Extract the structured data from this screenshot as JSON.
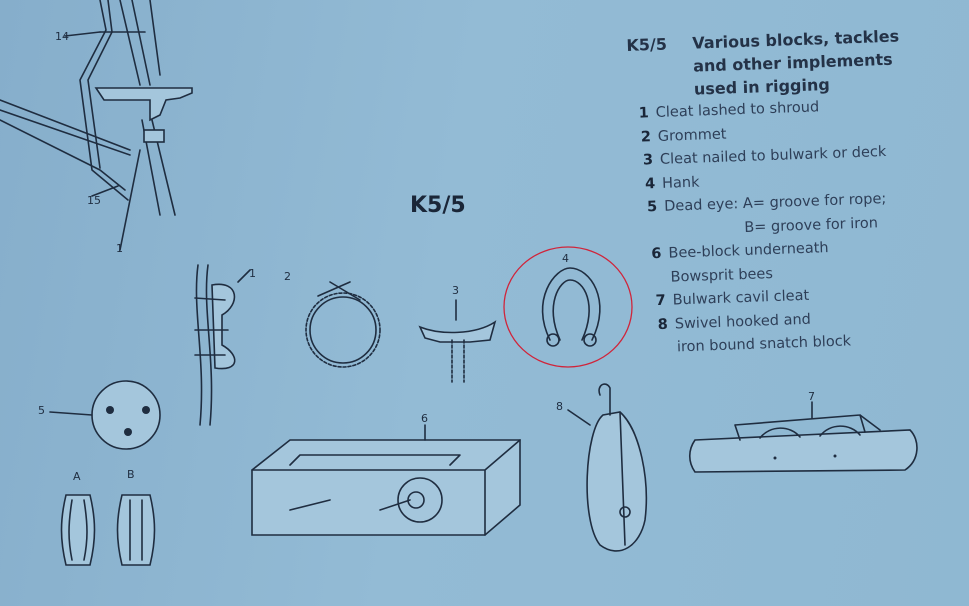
{
  "title": "K5/5",
  "legend": {
    "code": "K5/5",
    "heading": "Various blocks, tackles and other implements used in rigging",
    "items": [
      {
        "num": "1",
        "text": "Cleat lashed to shroud"
      },
      {
        "num": "2",
        "text": "Grommet"
      },
      {
        "num": "3",
        "text": "Cleat nailed to bulwark or deck"
      },
      {
        "num": "4",
        "text": "Hank"
      },
      {
        "num": "5",
        "text": "Dead eye: A= groove for rope;"
      },
      {
        "num": "",
        "text": "B= groove for iron"
      },
      {
        "num": "6",
        "text": "Bee-block underneath"
      },
      {
        "num": "",
        "text": "Bowsprit bees"
      },
      {
        "num": "7",
        "text": "Bulwark cavil cleat"
      },
      {
        "num": "8",
        "text": "Swivel hooked and"
      },
      {
        "num": "",
        "text": "iron bound snatch block"
      }
    ]
  },
  "figure_labels": {
    "mast_14": "14",
    "mast_15": "15",
    "mast_1": "1",
    "f1": "1",
    "f2": "2",
    "f3": "3",
    "f4": "4",
    "f5": "5",
    "f6": "6",
    "f7": "7",
    "f8": "8",
    "a": "A",
    "b": "B"
  },
  "highlight_color": "#d0243a"
}
